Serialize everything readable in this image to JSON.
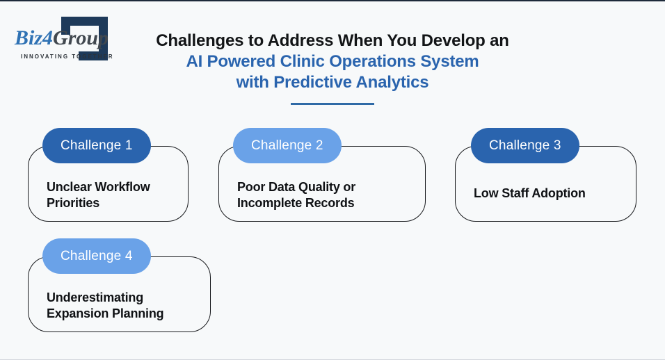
{
  "logo": {
    "brand_prefix": "Biz",
    "brand_number": "4",
    "brand_suffix": "Group",
    "tagline": "INNOVATING TOGETHER"
  },
  "header": {
    "title_line1": "Challenges to Address When You Develop an",
    "title_line2": "AI Powered Clinic Operations System",
    "title_line3": "with Predictive Analytics"
  },
  "cards": [
    {
      "label": "Challenge 1",
      "text": "Unclear Workflow Priorities",
      "pill_color": "#2a64ae"
    },
    {
      "label": "Challenge 2",
      "text": "Poor Data Quality or Incomplete Records",
      "pill_color": "#6aa2e8"
    },
    {
      "label": "Challenge 3",
      "text": "Low Staff Adoption",
      "pill_color": "#2a64ae"
    },
    {
      "label": "Challenge 4",
      "text": "Underestimating Expansion Planning",
      "pill_color": "#6aa2e8"
    }
  ],
  "colors": {
    "background": "#f7f9fa",
    "title_accent": "#2a64ae",
    "divider": "#2f6aa6",
    "pill_dark_blue": "#2a64ae",
    "pill_light_blue": "#6aa2e8",
    "logo_blue": "#2f72b4",
    "logo_dark": "#41484f",
    "logo_bracket_navy": "#1e3a5a",
    "card_border": "#17191c",
    "pill_text": "#ffffff"
  }
}
